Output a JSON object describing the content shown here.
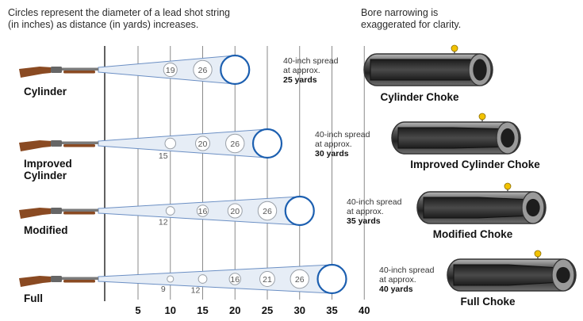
{
  "header": {
    "note_left_line1": "Circles represent the diameter of a lead shot string",
    "note_left_line2": "(in inches) as distance (in yards) increases.",
    "note_right_line1": "Bore narrowing is",
    "note_right_line2": "exaggerated for clarity."
  },
  "colors": {
    "cone_fill": "#e6edf6",
    "cone_line": "#6b8fc4",
    "circle_stroke": "#9aa0a8",
    "spread_circle_stroke": "#1c5fb0",
    "barrel_dark": "#333333",
    "bead": "#f2c200",
    "stock": "#8a4a22"
  },
  "distance_axis": {
    "ticks": [
      "5",
      "10",
      "15",
      "20",
      "25",
      "30",
      "35",
      "40"
    ],
    "unit": "yds"
  },
  "chokes": [
    {
      "label": "Cylinder",
      "choke_name": "Cylinder Choke",
      "spread_line1": "40-inch spread",
      "spread_line2": "at approx.",
      "spread_yards": "25 yards",
      "diameters": [
        "19",
        "26",
        "32"
      ]
    },
    {
      "label_line1": "Improved",
      "label_line2": "Cylinder",
      "choke_name": "Improved Cylinder Choke",
      "spread_line1": "40-inch spread",
      "spread_line2": "at approx.",
      "spread_yards": "30 yards",
      "diameters": [
        "15",
        "20",
        "26",
        "32"
      ]
    },
    {
      "label": "Modified",
      "choke_name": "Modified Choke",
      "spread_line1": "40-inch spread",
      "spread_line2": "at approx.",
      "spread_yards": "35 yards",
      "diameters": [
        "12",
        "16",
        "20",
        "26",
        "32"
      ]
    },
    {
      "label": "Full",
      "choke_name": "Full Choke",
      "spread_line1": "40-inch spread",
      "spread_line2": "at approx.",
      "spread_yards": "40 yards",
      "diameters": [
        "9",
        "12",
        "16",
        "21",
        "26",
        "32"
      ]
    }
  ]
}
